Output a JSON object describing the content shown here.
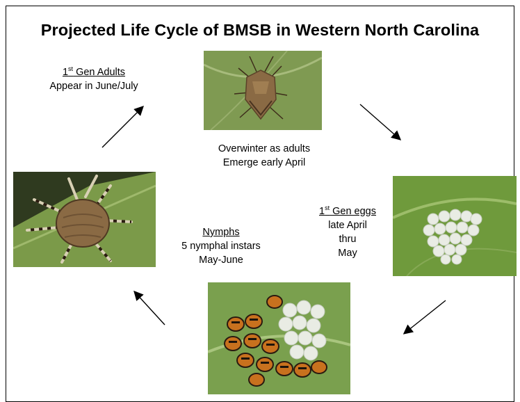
{
  "title": "Projected Life Cycle of BMSB in Western North Carolina",
  "stages": {
    "overwinter": {
      "line1": "Overwinter as adults",
      "line2": "Emerge early April"
    },
    "eggs": {
      "heading_num": "1",
      "heading_sup": "st",
      "heading_rest": " Gen eggs",
      "line1": "late April",
      "line2": "thru",
      "line3": "May"
    },
    "nymphs": {
      "heading": "Nymphs",
      "line1": "5 nymphal instars",
      "line2": "May-June"
    },
    "adults": {
      "heading_num": "1",
      "heading_sup": "st",
      "heading_rest": " Gen Adults",
      "line1": "Appear in June/July"
    }
  },
  "colors": {
    "leaf_green": "#7f9a52",
    "bug_brown": "#8a6a44",
    "egg_white": "#e9ece4",
    "nymph_orange": "#c8711e"
  }
}
